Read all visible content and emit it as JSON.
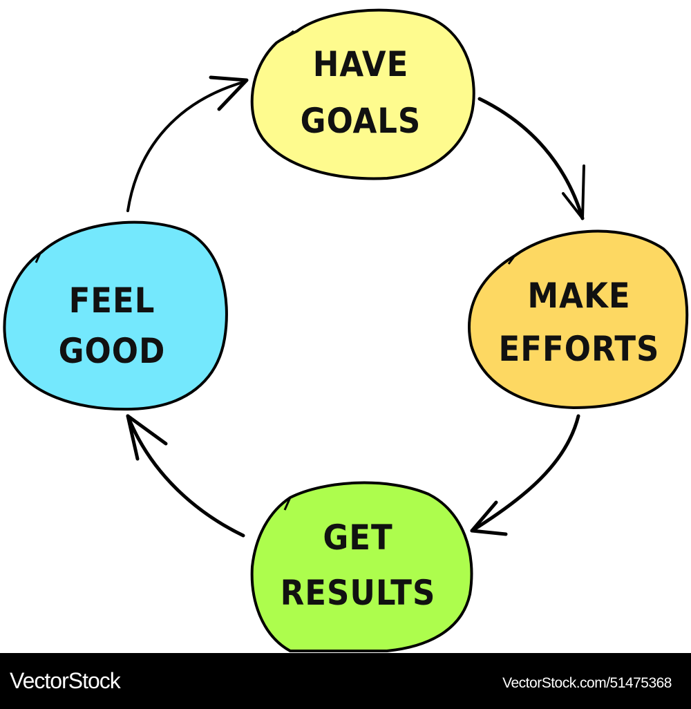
{
  "diagram": {
    "type": "cycle",
    "nodes": [
      {
        "id": "have-goals",
        "line1": "HAVE",
        "line2": "GOALS",
        "color": "#FEFB8E"
      },
      {
        "id": "make-efforts",
        "line1": "MAKE",
        "line2": "EFFORTS",
        "color": "#FDD862"
      },
      {
        "id": "get-results",
        "line1": "GET",
        "line2": "RESULTS",
        "color": "#ADFD4D"
      },
      {
        "id": "feel-good",
        "line1": "FEEL",
        "line2": "GOOD",
        "color": "#74E8FD"
      }
    ],
    "edges": [
      {
        "from": "have-goals",
        "to": "make-efforts"
      },
      {
        "from": "make-efforts",
        "to": "get-results"
      },
      {
        "from": "get-results",
        "to": "feel-good"
      },
      {
        "from": "feel-good",
        "to": "have-goals"
      }
    ],
    "stroke_color": "#000000"
  },
  "footer": {
    "brand": "VectorStock",
    "url": "VectorStock.com/51475368",
    "background": "#000000"
  }
}
